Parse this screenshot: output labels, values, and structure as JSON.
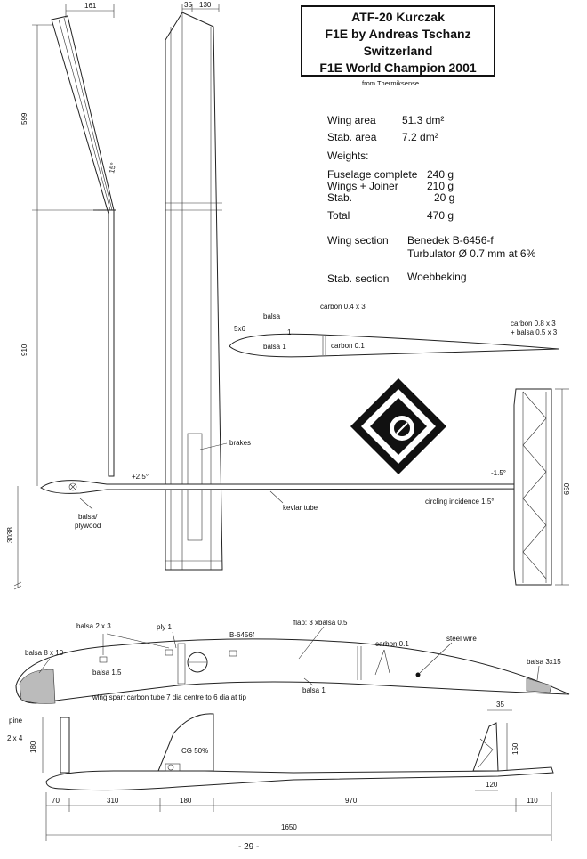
{
  "title": {
    "line1": "ATF-20 Kurczak",
    "line2": "F1E by Andreas Tschanz",
    "line3": "Switzerland",
    "line4": "F1E World Champion 2001"
  },
  "source": "from Thermiksense",
  "specs": {
    "wing_area_label": "Wing area",
    "wing_area_value": "51.3 dm²",
    "stab_area_label": "Stab. area",
    "stab_area_value": "7.2 dm²",
    "weights_label": "Weights:",
    "fuselage_label": "Fuselage complete",
    "fuselage_value": "240 g",
    "wings_label": "Wings + Joiner",
    "wings_value": "210 g",
    "stab_label": "Stab.",
    "stab_value": "20 g",
    "total_label": "Total",
    "total_value": "470 g",
    "wing_section_label": "Wing section",
    "wing_section_value": "Benedek B-6456-f",
    "turbulator": "Turbulator Ø 0.7 mm at 6%",
    "stab_section_label": "Stab. section",
    "stab_section_value": "Woebbeking"
  },
  "dims": {
    "d161": "161",
    "d35a": "35",
    "d130": "130",
    "d599": "599",
    "angle15": "15°",
    "d910": "910",
    "d3038": "3038",
    "d650": "650",
    "d180v": "180",
    "d150": "150",
    "d35b": "35",
    "d120": "120",
    "d70": "70",
    "d310": "310",
    "d180h": "180",
    "d970": "970",
    "d110": "110",
    "d1650": "1650"
  },
  "stab_section_labels": {
    "s5x6": "5x6",
    "balsa": "balsa",
    "carbon04": "carbon 0.4 x 3",
    "one": "1",
    "balsa1": "balsa  1",
    "carbon01": "carbon 0.1",
    "carbon08": "carbon 0.8 x 3",
    "balsa05": "+ balsa 0.5 x 3"
  },
  "plan_labels": {
    "brakes": "brakes",
    "plus25": "+2.5°",
    "minus15": "-1.5°",
    "balsa_ply_1": "balsa/",
    "balsa_ply_2": "plywood",
    "kevlar": "kevlar tube",
    "circling": "circling incidence  1.5°"
  },
  "wing_section_labels": {
    "balsa2x3": "balsa 2 x 3",
    "ply1": "ply  1",
    "b6456f": "B-6456f",
    "flap": "flap: 3 xbalsa 0.5",
    "balsa8x10": "balsa 8 x 10",
    "balsa15": "balsa 1.5",
    "carbon01": "carbon 0.1",
    "steel": "steel wire",
    "balsa3x15": "balsa 3x15",
    "balsa1": "balsa 1",
    "spar": "wing spar: carbon tube 7 dia centre to 6 dia at tip",
    "pine": "pine",
    "pine2x4": "2 x 4"
  },
  "side_labels": {
    "cg": "CG  50%"
  },
  "page_number": "- 29 -"
}
